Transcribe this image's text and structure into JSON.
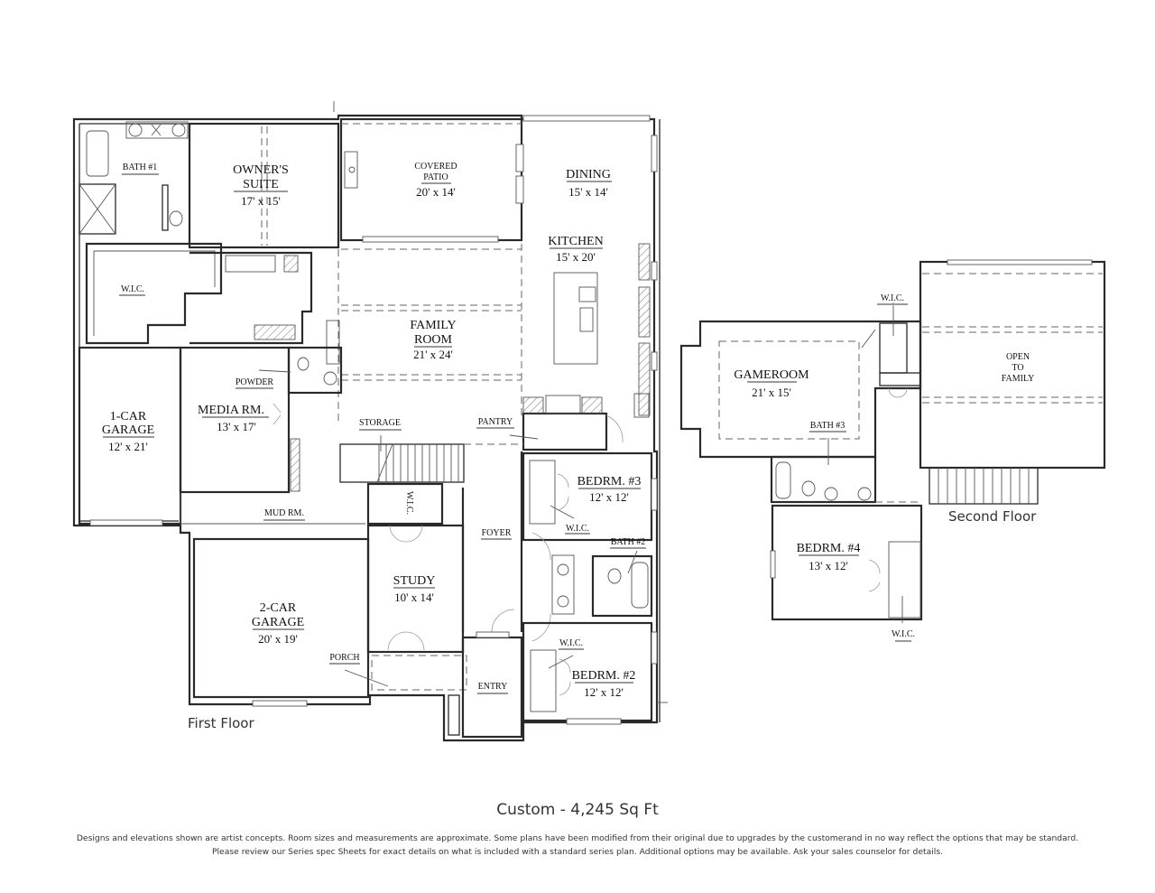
{
  "title": "Custom - 4,245 Sq Ft",
  "disclaimer": {
    "line1": "Designs and elevations shown are artist concepts. Room sizes and measurements are approximate. Some plans have been modified from their original due to upgrades by the customerand in no way reflect the options that may be standard.",
    "line2": "Please review our Series spec Sheets for exact details on what is included with a standard series plan. Additional options may be available. Ask your sales counselor for details."
  },
  "floors": {
    "first": {
      "label": "First Floor",
      "rooms": {
        "owners_suite": {
          "name1": "OWNER'S",
          "name2": "SUITE",
          "size": "17' x 15'"
        },
        "bath1": {
          "name": "BATH #1"
        },
        "owner_wic": {
          "name": "W.I.C."
        },
        "covered_patio": {
          "name1": "COVERED",
          "name2": "PATIO",
          "size": "20' x 14'"
        },
        "dining": {
          "name": "DINING",
          "size": "15' x 14'"
        },
        "kitchen": {
          "name": "KITCHEN",
          "size": "15' x 20'"
        },
        "family_room": {
          "name1": "FAMILY",
          "name2": "ROOM",
          "size": "21' x 24'"
        },
        "powder": {
          "name": "POWDER"
        },
        "media_room": {
          "name": "MEDIA RM.",
          "size": "13' x 17'"
        },
        "garage1": {
          "name1": "1-CAR",
          "name2": "GARAGE",
          "size": "12' x 21'"
        },
        "storage": {
          "name": "STORAGE"
        },
        "pantry": {
          "name": "PANTRY"
        },
        "mud_room": {
          "name": "MUD RM."
        },
        "study_wic": {
          "name": "W.I.C."
        },
        "foyer": {
          "name": "FOYER"
        },
        "bedroom3": {
          "name": "BEDRM. #3",
          "size": "12' x 12'"
        },
        "bedroom3_wic": {
          "name": "W.I.C."
        },
        "bath2": {
          "name": "BATH #2"
        },
        "study": {
          "name": "STUDY",
          "size": "10' x 14'"
        },
        "garage2": {
          "name1": "2-CAR",
          "name2": "GARAGE",
          "size": "20' x 19'"
        },
        "porch": {
          "name": "PORCH"
        },
        "entry": {
          "name": "ENTRY"
        },
        "bedroom2_wic": {
          "name": "W.I.C."
        },
        "bedroom2": {
          "name": "BEDRM. #2",
          "size": "12' x 12'"
        }
      }
    },
    "second": {
      "label": "Second Floor",
      "rooms": {
        "wic_top": {
          "name": "W.I.C."
        },
        "open_to_family": {
          "name1": "OPEN",
          "name2": "TO",
          "name3": "FAMILY"
        },
        "gameroom": {
          "name": "GAMEROOM",
          "size": "21' x 15'"
        },
        "bath3": {
          "name": "BATH #3"
        },
        "bedroom4": {
          "name": "BEDRM. #4",
          "size": "13' x 12'"
        },
        "bedroom4_wic": {
          "name": "W.I.C."
        }
      }
    }
  }
}
